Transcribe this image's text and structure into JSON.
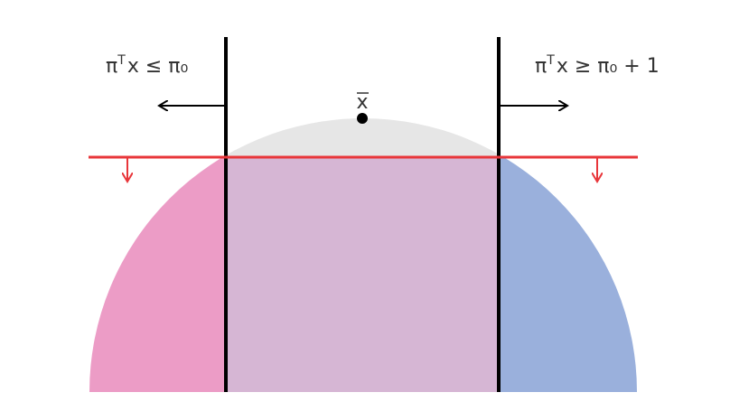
{
  "labels": {
    "left_constraint": {
      "pi": "π",
      "sup": "T",
      "rest": "x ≤ π₀"
    },
    "right_constraint": {
      "pi": "π",
      "sup": "T",
      "rest": "x ≥ π₀ + 1"
    },
    "point": {
      "x": "x",
      "bar": "‾"
    }
  },
  "colors": {
    "background": "#ffffff",
    "top_cap": "#e6e6e6",
    "left_region": "#ec9cc6",
    "middle_region": "#d6b6d4",
    "right_region": "#9ab0dc",
    "cut_line": "#e8363a",
    "disjunction_lines": "#000000",
    "text": "#333333"
  },
  "icons": {
    "left_arrow": "arrow-left-icon",
    "right_arrow": "arrow-right-icon",
    "cut_arrows": "arrow-down-icon"
  }
}
